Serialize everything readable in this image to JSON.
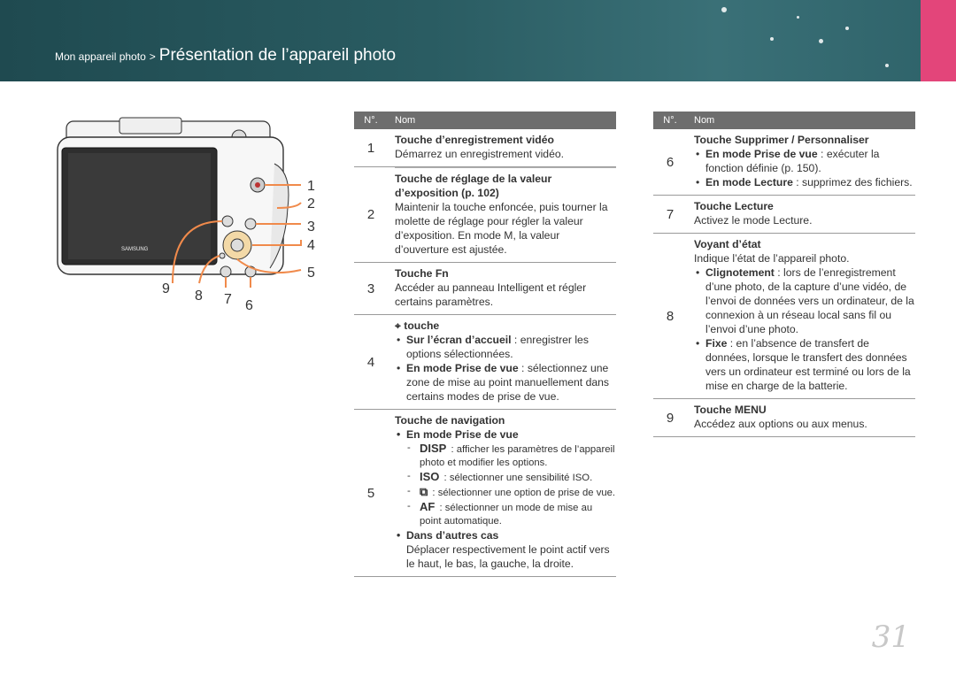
{
  "header": {
    "breadcrumb": "Mon appareil photo",
    "separator": ">",
    "title": "Présentation de l’appareil photo"
  },
  "camera": {
    "brand": "SAMSUNG",
    "callouts": [
      "1",
      "2",
      "3",
      "4",
      "5",
      "6",
      "7",
      "8",
      "9"
    ]
  },
  "table_headers": {
    "num": "N°.",
    "name": "Nom"
  },
  "left_table": {
    "rows": [
      {
        "num": "1",
        "title": "Touche d’enregistrement vidéo",
        "text": "Démarrez un enregistrement vidéo."
      },
      {
        "num": "2",
        "title": "Touche de réglage de la valeur d’exposition (p. 102)",
        "text": "Maintenir la touche enfoncée, puis tourner la molette de réglage pour régler la valeur d’exposition. En mode M, la valeur d’ouverture est ajustée."
      },
      {
        "num": "3",
        "title": "Touche Fn",
        "text": "Accéder au panneau Intelligent et régler certains paramètres."
      },
      {
        "num": "4",
        "title": "touche",
        "title_icon": "focus-point-icon",
        "bullets": [
          {
            "bold": "Sur l’écran d’accueil",
            "text": " : enregistrer les options sélectionnées."
          },
          {
            "bold": "En mode Prise de vue",
            "text": " : sélectionnez une zone de mise au point manuellement dans certains modes de prise de vue."
          }
        ]
      },
      {
        "num": "5",
        "title": "Touche de navigation",
        "bullet1": "En mode Prise de vue",
        "dashes": [
          {
            "glyph": "DISP",
            "text": " : afficher les paramètres de l’appareil photo et modifier les options."
          },
          {
            "glyph": "ISO",
            "text": " : sélectionner une sensibilité ISO."
          },
          {
            "glyph": "drive-icon",
            "text": " : sélectionner une option de prise de vue."
          },
          {
            "glyph": "AF",
            "text": " : sélectionner un mode de mise au point automatique."
          }
        ],
        "bullet2": "Dans d’autres cas",
        "bullet2_text": "Déplacer respectivement le point actif vers le haut, le bas, la gauche, la droite."
      }
    ]
  },
  "right_table": {
    "rows": [
      {
        "num": "6",
        "title": "Touche Supprimer / Personnaliser",
        "bullets": [
          {
            "bold": "En mode Prise de vue",
            "text": " : exécuter la fonction définie (p. 150)."
          },
          {
            "bold": "En mode Lecture",
            "text": " : supprimez des fichiers."
          }
        ]
      },
      {
        "num": "7",
        "title": "Touche Lecture",
        "text": "Activez le mode Lecture."
      },
      {
        "num": "8",
        "title": "Voyant d’état",
        "text": "Indique l’état de l’appareil photo.",
        "bullets": [
          {
            "bold": "Clignotement",
            "text": " : lors de l’enregistrement d’une photo, de la capture d’une vidéo, de l’envoi de données vers un ordinateur, de la connexion à un réseau local sans fil ou l’envoi d’une photo."
          },
          {
            "bold": "Fixe",
            "text": " : en l’absence de transfert de données, lorsque le transfert des données vers un ordinateur est terminé ou lors de la mise en charge de la batterie."
          }
        ]
      },
      {
        "num": "9",
        "title": "Touche MENU",
        "text": "Accédez aux options ou aux menus."
      }
    ]
  },
  "page_number": "31",
  "colors": {
    "header": "#2a5c62",
    "accent_pink": "#e3457a",
    "callout_orange": "#f08a4b",
    "table_header": "#6e6e6e"
  }
}
